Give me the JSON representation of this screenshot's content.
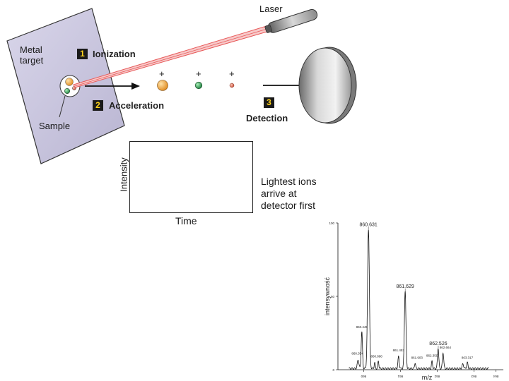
{
  "diagram": {
    "metal_target_label": "Metal\ntarget",
    "laser_label": "Laser",
    "sample_label": "Sample",
    "steps": [
      {
        "number": "1",
        "label": "Ionization"
      },
      {
        "number": "2",
        "label": "Acceleration"
      },
      {
        "number": "3",
        "label": "Detection"
      }
    ],
    "ion_charge": "+",
    "plot": {
      "ylabel": "Intensity",
      "xlabel": "Time"
    },
    "caption_lines": [
      "Lightest ions",
      "arrive at",
      "detector first"
    ]
  },
  "spectrum": {
    "ylabel": "intensywność",
    "xlabel": "m/z",
    "y_ticks": [
      "100",
      "50",
      "0"
    ],
    "x_ticks": [
      "860",
      "861",
      "862",
      "863",
      "864"
    ],
    "peak_labels": [
      {
        "mz": 860.63,
        "label": "860.631",
        "rel": 0.95
      },
      {
        "mz": 861.63,
        "label": "861.629",
        "rel": 0.53
      },
      {
        "mz": 862.53,
        "label": "862.526",
        "rel": 0.14
      }
    ],
    "minor_labels": [
      "860.445",
      "860.354",
      "860.898",
      "861.453",
      "861.903",
      "862.359",
      "862.664",
      "863.317"
    ],
    "colors": {
      "line": "#111111"
    }
  },
  "colors": {
    "laser_beam": "#e85a5a",
    "ion_large": "#f2a23a",
    "ion_medium": "#2a9a4a",
    "ion_small": "#e07055",
    "peak_red": "#d0264a",
    "peak_green": "#1f9a4a",
    "peak_orange": "#f0a02a"
  }
}
